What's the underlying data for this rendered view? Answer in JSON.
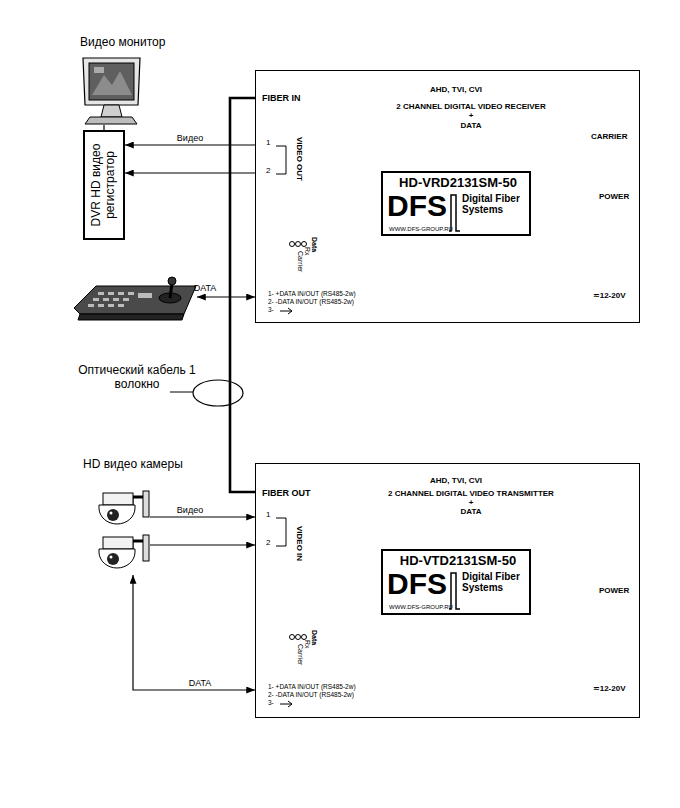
{
  "diagram": {
    "nodes": [
      {
        "text": [
          "Видео монитор"
        ]
      },
      {
        "text": [
          "DVR HD видео регистратор"
        ]
      },
      {
        "text": [
          "FIBER IN",
          "AHD, TVI, CVI",
          "2 CHANNEL DIGITAL VIDEO RECEIVER",
          "+",
          "DATA",
          "CARRIER",
          "POWER",
          "VIDEO OUT",
          "1",
          "2",
          "Data",
          "Rx",
          "Carrier",
          "1- +DATA IN/OUT (RS485-2w)",
          "2- -DATA IN/OUT (RS485-2w)",
          "3-",
          "≂12-20V"
        ]
      },
      {
        "text": [
          "HD-VRD2131SM-50",
          "DFS",
          "Digital Fiber Systems",
          "WWW.DFS-GROUP.RU"
        ],
        "in": 2
      },
      {
        "text": [
          "AHD, TVI, CVI",
          "2 CHANNEL DIGITAL VIDEO TRANSMITTER",
          "+",
          "DATA",
          "POWER",
          "FIBER OUT",
          "VIDEO IN",
          "1",
          "2",
          "Data",
          "Rx",
          "Carrier",
          "1- +DATA IN/OUT (RS485-2w)",
          "2- -DATA IN/OUT (RS485-2w)",
          "3-",
          "≂12-20V"
        ]
      },
      {
        "text": [
          "HD-VTD2131SM-50",
          "DFS",
          "Digital Fiber Systems",
          "WWW.DFS-GROUP.RU"
        ],
        "in": 4
      },
      {
        "text": [
          "HD видео камеры"
        ]
      }
    ],
    "edges": [
      {
        "from": 1,
        "to": 0,
        "arrow": "none"
      },
      {
        "from": 2,
        "to": 1,
        "arrow": "to",
        "label": "Видео"
      },
      {
        "from": 2,
        "to": 1,
        "arrow": "to"
      },
      {
        "from": 2,
        "to": 4,
        "arrow": "none"
      },
      {
        "from": 6,
        "to": 4,
        "arrow": "to",
        "label": "Видео"
      },
      {
        "from": 6,
        "to": 4,
        "arrow": "to"
      },
      {
        "from": 6,
        "to": 4,
        "arrow": "both",
        "label": "DATA"
      }
    ],
    "labels": [
      "Оптический кабель 1 волокно",
      "DATA"
    ]
  }
}
